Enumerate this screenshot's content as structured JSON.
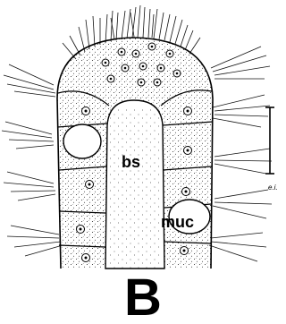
{
  "figure": {
    "panel_label": "B",
    "labels": {
      "bs": "bs",
      "muc": "muc",
      "scale": "e.i."
    }
  }
}
